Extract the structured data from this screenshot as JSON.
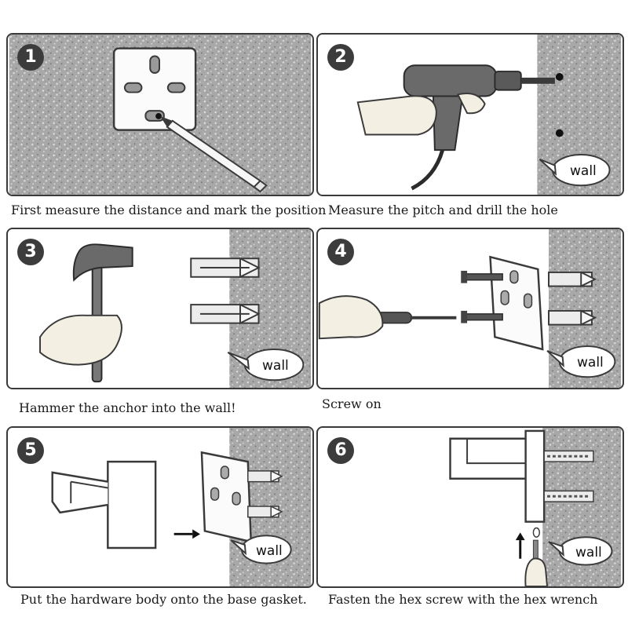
{
  "steps": [
    {
      "number": "1",
      "caption": "First measure the distance and mark the position"
    },
    {
      "number": "2",
      "caption": "Measure the pitch and drill the hole",
      "wall_label": "wall"
    },
    {
      "number": "3",
      "caption": "Hammer the anchor into the wall!",
      "wall_label": "wall"
    },
    {
      "number": "4",
      "caption": "Screw on",
      "wall_label": "wall"
    },
    {
      "number": "5",
      "caption": "Put the hardware body onto the base gasket.",
      "wall_label": "wall"
    },
    {
      "number": "6",
      "caption": "Fasten the hex screw with the hex wrench",
      "wall_label": "wall"
    }
  ],
  "colors": {
    "wall": "#a9a9a9",
    "outline": "#3a3a3a",
    "badge": "#3c3c3c",
    "skin": "#f3efe3"
  }
}
